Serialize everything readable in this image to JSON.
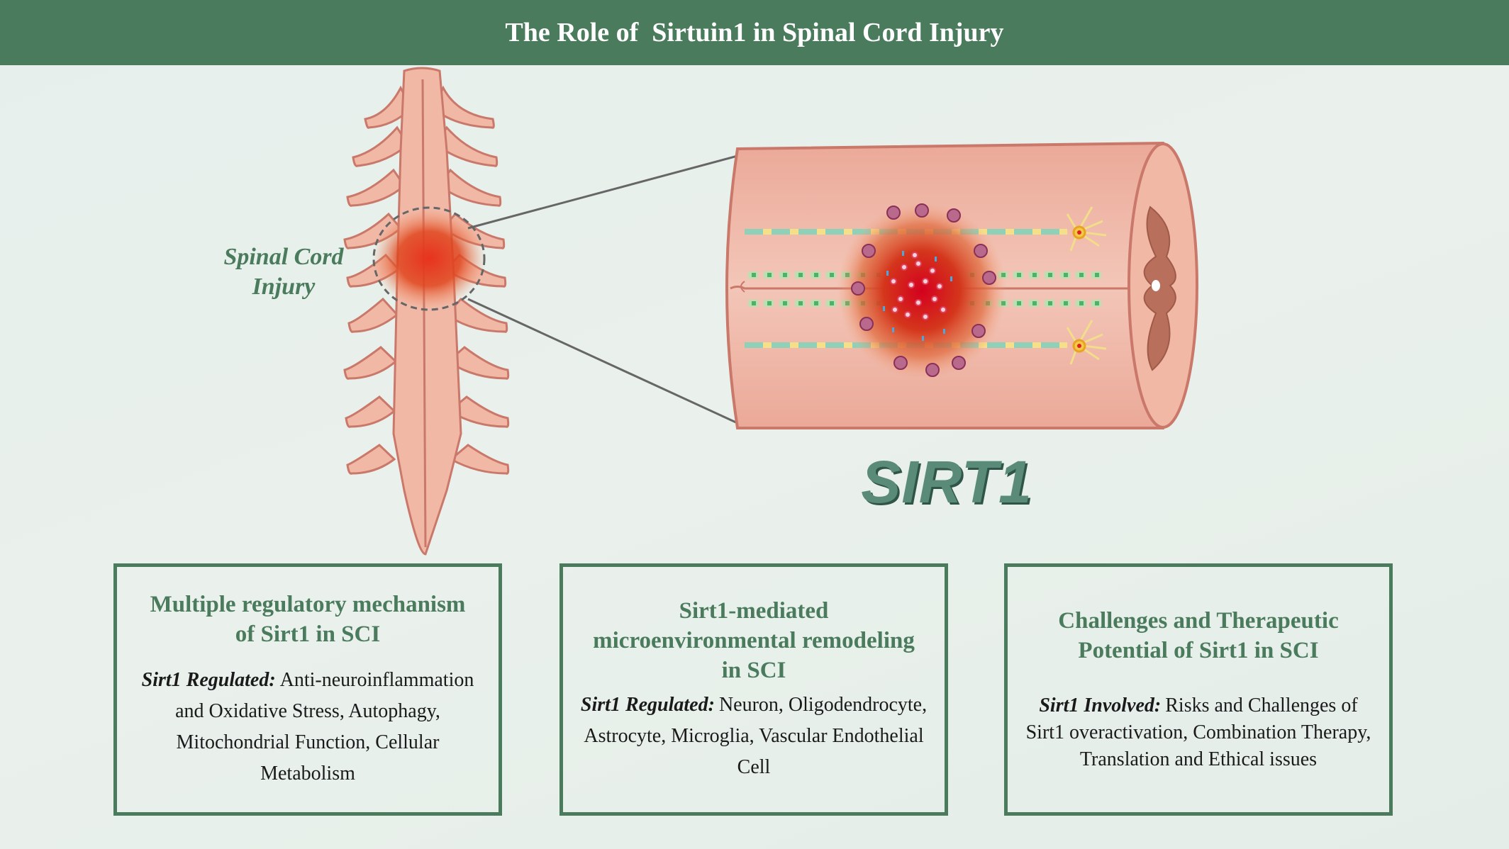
{
  "header": {
    "title": "The Role of  Sirtuin1 in Spinal Cord Injury"
  },
  "illustration": {
    "injury_label_line1": "Spinal Cord",
    "injury_label_line2": "Injury",
    "sirt1_label": "SIRT1"
  },
  "boxes": [
    {
      "title_lines": [
        "Multiple regulatory mechanism",
        "of Sirt1 in SCI"
      ],
      "lead": "Sirt1 Regulated:",
      "body": "Anti-neuroinflammation and Oxidative Stress, Autophagy, Mitochondrial Function, Cellular Metabolism"
    },
    {
      "title_lines": [
        "Sirt1-mediated",
        "microenvironmental remodeling",
        "in SCI"
      ],
      "lead": "Sirt1 Regulated:",
      "body": "Neuron, Oligodendrocyte, Astrocyte, Microglia, Vascular Endothelial Cell"
    },
    {
      "title_lines": [
        "Challenges and Therapeutic",
        "Potential of Sirt1 in SCI"
      ],
      "lead": "Sirt1 Involved:",
      "body": "Risks and Challenges of Sirt1 overactivation, Combination Therapy, Translation and Ethical issues"
    }
  ],
  "colors": {
    "header_bg": "#4a7b5c",
    "accent_green": "#4a7b5c",
    "cord_fill": "#f1b8a6",
    "cord_stroke": "#c9786a",
    "lesion": "#d9321a"
  }
}
